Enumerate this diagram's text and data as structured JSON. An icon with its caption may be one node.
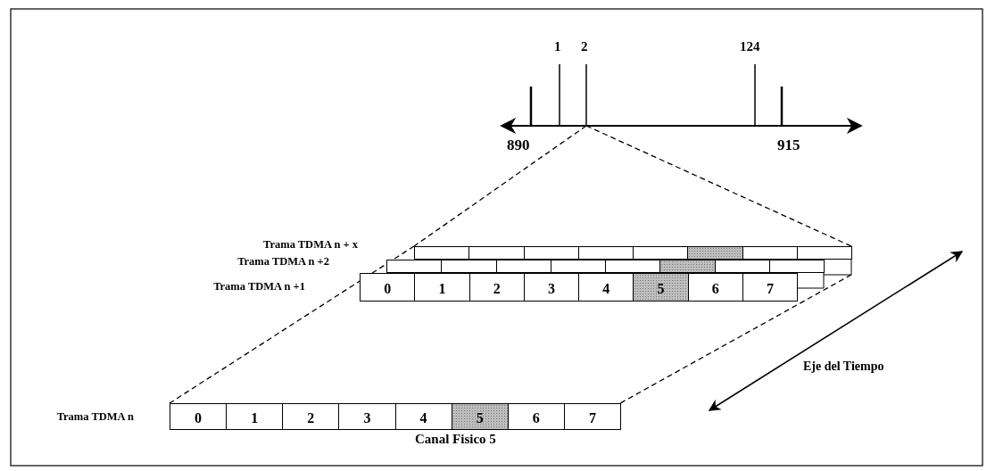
{
  "diagram": {
    "nodes": [
      {
        "text": [
          "Trama TDMA n + x"
        ]
      },
      {
        "text": [],
        "shape": "box",
        "in": 0
      },
      {
        "text": [],
        "shape": "box",
        "in": 0
      },
      {
        "text": [],
        "shape": "box",
        "in": 0
      },
      {
        "text": [],
        "shape": "box",
        "in": 0
      },
      {
        "text": [],
        "shape": "box",
        "in": 0
      },
      {
        "text": [],
        "shape": "box",
        "in": 0
      },
      {
        "text": [],
        "shape": "box",
        "in": 0
      },
      {
        "text": [],
        "shape": "box",
        "in": 0
      },
      {
        "text": [
          "Trama TDMA n +2"
        ]
      },
      {
        "text": [],
        "shape": "box",
        "in": 9
      },
      {
        "text": [],
        "shape": "box",
        "in": 9
      },
      {
        "text": [],
        "shape": "box",
        "in": 9
      },
      {
        "text": [],
        "shape": "box",
        "in": 9
      },
      {
        "text": [],
        "shape": "box",
        "in": 9
      },
      {
        "text": [],
        "shape": "box",
        "in": 9
      },
      {
        "text": [],
        "shape": "box",
        "in": 9
      },
      {
        "text": [],
        "shape": "box",
        "in": 9
      },
      {
        "text": [
          "Trama TDMA n +1"
        ]
      },
      {
        "text": [
          "0"
        ],
        "in": 18
      },
      {
        "text": [
          "1"
        ],
        "in": 18
      },
      {
        "text": [
          "2"
        ],
        "in": 18
      },
      {
        "text": [
          "3"
        ],
        "in": 18
      },
      {
        "text": [
          "4"
        ],
        "in": 18
      },
      {
        "text": [
          "5"
        ],
        "in": 18
      },
      {
        "text": [
          "6"
        ],
        "in": 18
      },
      {
        "text": [
          "7"
        ],
        "in": 18
      },
      {
        "text": [
          "Trama TDMA n"
        ]
      },
      {
        "text": [
          "0"
        ],
        "in": 27
      },
      {
        "text": [
          "1"
        ],
        "in": 27
      },
      {
        "text": [
          "2"
        ],
        "in": 27
      },
      {
        "text": [
          "3"
        ],
        "in": 27
      },
      {
        "text": [
          "4"
        ],
        "in": 27
      },
      {
        "text": [
          "5"
        ],
        "in": 27
      },
      {
        "text": [
          "6"
        ],
        "in": 27
      },
      {
        "text": [
          "7"
        ],
        "in": 27
      }
    ],
    "edges": [
      {
        "from": null,
        "to": 0,
        "arrow": "none",
        "style": "dashed"
      },
      {
        "from": null,
        "to": 0,
        "arrow": "none",
        "style": "dashed"
      },
      {
        "from": 0,
        "to": 27,
        "arrow": "none",
        "style": "dashed"
      },
      {
        "from": 0,
        "to": 27,
        "arrow": "none",
        "style": "dashed"
      }
    ],
    "labels": [
      "1",
      "2",
      "124",
      "890",
      "915",
      "Eje del Tiempo",
      "Canal Fisico 5"
    ]
  }
}
